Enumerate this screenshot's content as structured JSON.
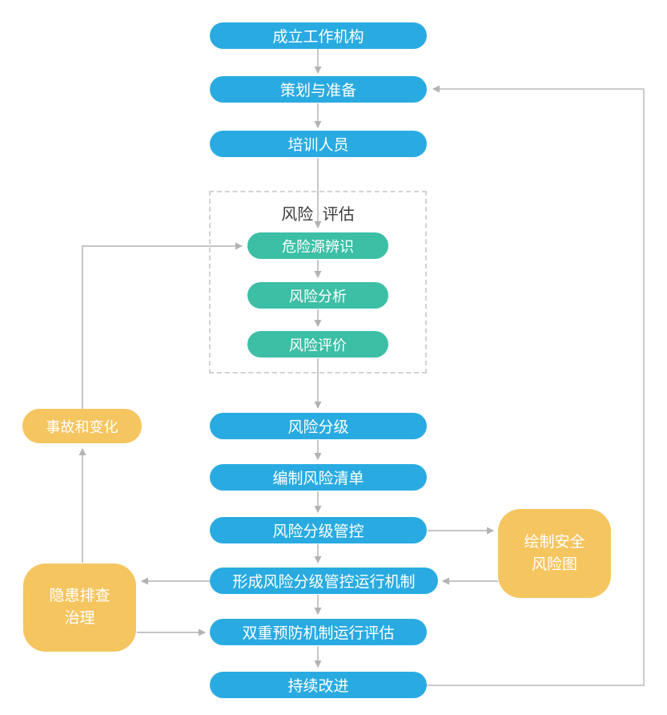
{
  "diagram": {
    "group": {
      "title": "风险 评估"
    },
    "colors": {
      "main_process": "#29abe2",
      "sub_process": "#3cbfa5",
      "support": "#f5c55f",
      "connector": "#bdbdbd",
      "loop_connector": "#cccccc",
      "group_border": "#d2d2d2",
      "node_text": "#ffffff",
      "group_title_text": "#3b3b3b"
    },
    "nodes": {
      "establish_working_organization": {
        "label": "成立工作机构"
      },
      "planning_preparation": {
        "label": "策划与准备"
      },
      "personnel_training": {
        "label": "培训人员"
      },
      "hazard_identification": {
        "label": "危险源辨识"
      },
      "risk_analysis": {
        "label": "风险分析"
      },
      "risk_evaluation": {
        "label": "风险评价"
      },
      "risk_grading": {
        "label": "风险分级"
      },
      "compile_risk_list": {
        "label": "编制风险清单"
      },
      "risk_graded_control": {
        "label": "风险分级管控"
      },
      "form_control_mechanism": {
        "label": "形成风险分级管控运行机制"
      },
      "dual_prevention_evaluation": {
        "label": "双重预防机制运行评估"
      },
      "continuous_improvement": {
        "label": "持续改进"
      },
      "accidents_and_changes": {
        "label": "事故和变化"
      },
      "hidden_danger_governance": {
        "lines": [
          "隐患排查",
          "治理"
        ]
      },
      "draw_safety_risk_map": {
        "lines": [
          "绘制安全",
          "风险图"
        ]
      }
    }
  }
}
